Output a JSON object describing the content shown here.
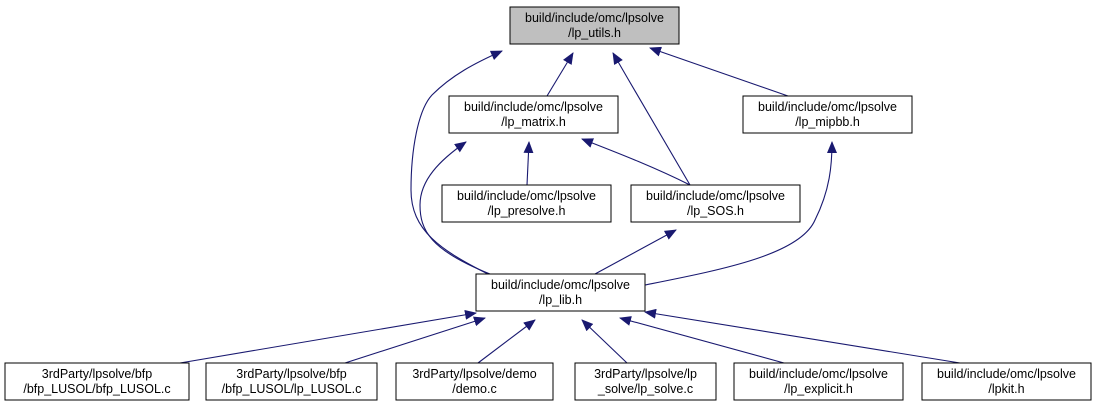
{
  "diagram": {
    "nodes": [
      {
        "id": "lp_utils",
        "lines": [
          "build/include/omc/lpsolve",
          "/lp_utils.h"
        ],
        "highlighted": true
      },
      {
        "id": "lp_matrix",
        "lines": [
          "build/include/omc/lpsolve",
          "/lp_matrix.h"
        ]
      },
      {
        "id": "lp_mipbb",
        "lines": [
          "build/include/omc/lpsolve",
          "/lp_mipbb.h"
        ]
      },
      {
        "id": "lp_presolve",
        "lines": [
          "build/include/omc/lpsolve",
          "/lp_presolve.h"
        ]
      },
      {
        "id": "lp_SOS",
        "lines": [
          "build/include/omc/lpsolve",
          "/lp_SOS.h"
        ]
      },
      {
        "id": "lp_lib",
        "lines": [
          "build/include/omc/lpsolve",
          "/lp_lib.h"
        ]
      },
      {
        "id": "bfp_LUSOL_c",
        "lines": [
          "3rdParty/lpsolve/bfp",
          "/bfp_LUSOL/bfp_LUSOL.c"
        ]
      },
      {
        "id": "lp_LUSOL_c",
        "lines": [
          "3rdParty/lpsolve/bfp",
          "/bfp_LUSOL/lp_LUSOL.c"
        ]
      },
      {
        "id": "demo_c",
        "lines": [
          "3rdParty/lpsolve/demo",
          "/demo.c"
        ]
      },
      {
        "id": "lp_solve_c",
        "lines": [
          "3rdParty/lpsolve/lp",
          "_solve/lp_solve.c"
        ]
      },
      {
        "id": "lp_explicit",
        "lines": [
          "build/include/omc/lpsolve",
          "/lp_explicit.h"
        ]
      },
      {
        "id": "lpkit",
        "lines": [
          "build/include/omc/lpsolve",
          "/lpkit.h"
        ]
      }
    ],
    "edges": [
      {
        "from": "lp_matrix",
        "to": "lp_utils"
      },
      {
        "from": "lp_mipbb",
        "to": "lp_utils"
      },
      {
        "from": "lp_SOS",
        "to": "lp_utils"
      },
      {
        "from": "lp_lib",
        "to": "lp_utils"
      },
      {
        "from": "lp_presolve",
        "to": "lp_matrix"
      },
      {
        "from": "lp_SOS",
        "to": "lp_matrix"
      },
      {
        "from": "lp_lib",
        "to": "lp_matrix"
      },
      {
        "from": "lp_lib",
        "to": "lp_SOS"
      },
      {
        "from": "lp_lib",
        "to": "lp_mipbb"
      },
      {
        "from": "bfp_LUSOL_c",
        "to": "lp_lib"
      },
      {
        "from": "lp_LUSOL_c",
        "to": "lp_lib"
      },
      {
        "from": "demo_c",
        "to": "lp_lib"
      },
      {
        "from": "lp_solve_c",
        "to": "lp_lib"
      },
      {
        "from": "lp_explicit",
        "to": "lp_lib"
      },
      {
        "from": "lpkit",
        "to": "lp_lib"
      }
    ],
    "colors": {
      "edge": "#191970",
      "node_border": "#000000",
      "node_fill": "#ffffff",
      "highlight_fill": "#bfbfbf"
    }
  }
}
